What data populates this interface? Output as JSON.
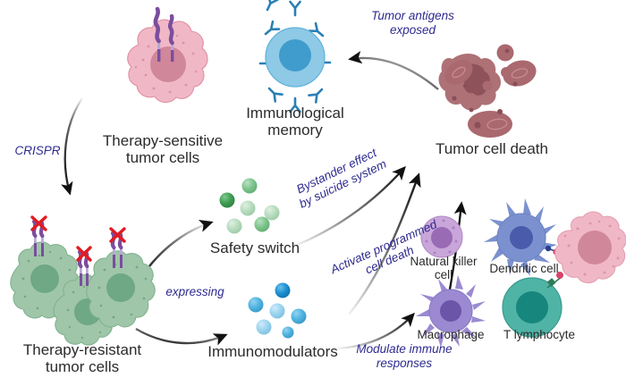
{
  "figure": {
    "title": "CRISPR-engineered therapy-resistant tumor cell strategy",
    "background": "#ffffff",
    "annotation_color": "#2e2a8f",
    "label_color": "#2b2b2b"
  },
  "labels": {
    "therapy_sensitive": "Therapy-sensitive\ntumor cells",
    "therapy_sensitive_line1": "Therapy-sensitive",
    "therapy_sensitive_line2": "tumor cells",
    "therapy_resistant_line1": "Therapy-resistant",
    "therapy_resistant_line2": "tumor cells",
    "immunological_memory_line1": "Immunological",
    "immunological_memory_line2": "memory",
    "tumor_cell_death": "Tumor cell death",
    "safety_switch": "Safety switch",
    "immunomodulators": "Immunomodulators",
    "natural_killer_line1": "Natural killer",
    "natural_killer_line2": "cell",
    "dendritic_cell": "Dendritic cell",
    "macrophage": "Macrophage",
    "t_lymphocyte": "T lymphocyte"
  },
  "annotations": {
    "crispr": "CRISPR",
    "expressing": "expressing",
    "tumor_antigens_line1": "Tumor antigens",
    "tumor_antigens_line2": "exposed",
    "bystander_line1": "Bystander effect",
    "bystander_line2": "by suicide system",
    "activate_line1": "Activate programmed",
    "activate_line2": "cell death",
    "modulate_line1": "Modulate immune",
    "modulate_line2": "responses"
  },
  "colors": {
    "tumor_pink_body": "#f0b8c6",
    "tumor_pink_nucleus": "#d0879a",
    "tumor_pink_edge": "#e3a0b2",
    "resistant_green_body": "#9fc6a8",
    "resistant_green_nucleus": "#6ea884",
    "resistant_green_edge": "#8cb897",
    "memory_blue_body": "#8ec9e6",
    "memory_blue_nucleus": "#3f9ccd",
    "antibody_blue": "#2a7fb5",
    "dead_cell_mauve": "#a9696f",
    "dead_cell_dark": "#8a4f58",
    "receptor_purple": "#7b4d9e",
    "receptor_stalk": "#b9a8d6",
    "x_red": "#e01b22",
    "safety_green_dark": "#3f9e52",
    "safety_green_mid": "#7dc48c",
    "safety_green_light": "#b7dcbe",
    "immuno_blue_dark": "#1d8fd1",
    "immuno_blue_mid": "#4fb3e0",
    "immuno_blue_light": "#9ad4ef",
    "nk_light_purple": "#c9a6d9",
    "nk_nucleus": "#9a6bb5",
    "dendritic_blue": "#7b91cf",
    "dendritic_nucleus": "#4a5bab",
    "macrophage_purple": "#9b8ad1",
    "macrophage_nucleus": "#6a55a8",
    "tcell_teal": "#4fb3a5",
    "tcell_nucleus": "#17867c",
    "arrow_black": "#111111"
  },
  "elements": {
    "safety_switch_dot_count": 6,
    "immunomodulator_dot_count": 6,
    "therapy_sensitive_receptors": 2,
    "therapy_resistant_cell_count": 3,
    "therapy_resistant_blocked_receptors": 3,
    "memory_antibody_count": 8
  },
  "icons": {
    "receptor": "receptor-icon",
    "blocked_receptor": "blocked-receptor-icon",
    "antibody": "antibody-icon",
    "arrow": "arrow-icon"
  }
}
